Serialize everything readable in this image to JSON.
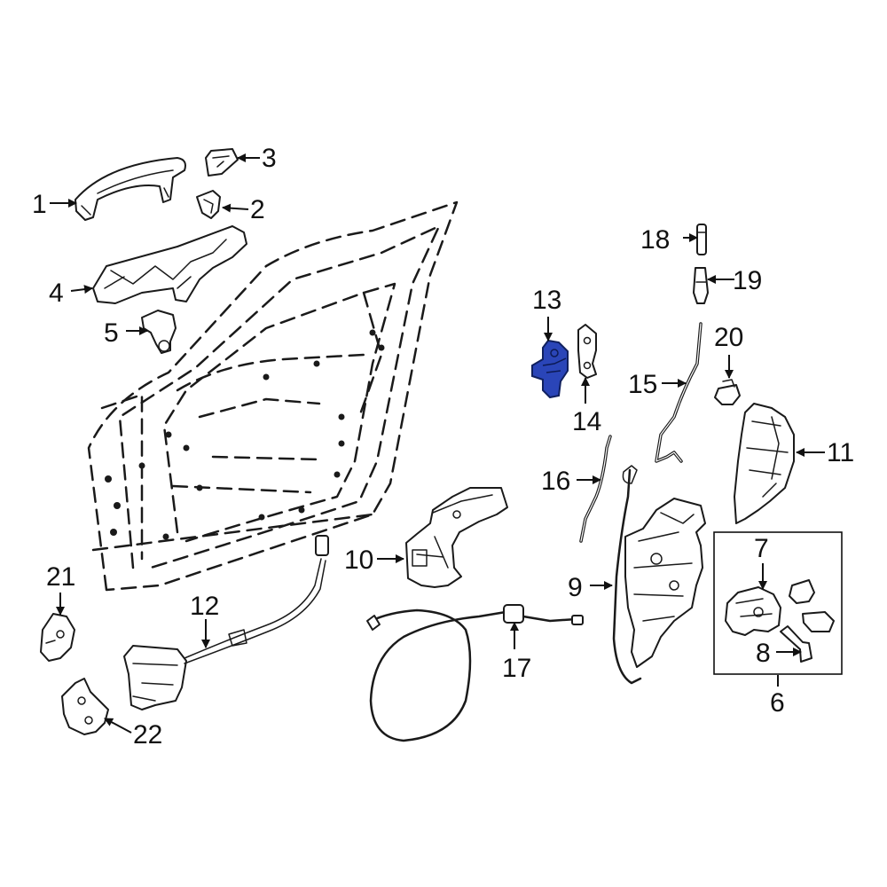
{
  "diagram": {
    "highlight_color": "#2a45b8",
    "line_color": "#1a1a1a",
    "highlighted_part": "13",
    "callouts": [
      {
        "id": "c1",
        "label": "1"
      },
      {
        "id": "c2",
        "label": "2"
      },
      {
        "id": "c3",
        "label": "3"
      },
      {
        "id": "c4",
        "label": "4"
      },
      {
        "id": "c5",
        "label": "5"
      },
      {
        "id": "c6",
        "label": "6"
      },
      {
        "id": "c7",
        "label": "7"
      },
      {
        "id": "c8",
        "label": "8"
      },
      {
        "id": "c9",
        "label": "9"
      },
      {
        "id": "c10",
        "label": "10"
      },
      {
        "id": "c11",
        "label": "11"
      },
      {
        "id": "c12",
        "label": "12"
      },
      {
        "id": "c13",
        "label": "13"
      },
      {
        "id": "c14",
        "label": "14"
      },
      {
        "id": "c15",
        "label": "15"
      },
      {
        "id": "c16",
        "label": "16"
      },
      {
        "id": "c17",
        "label": "17"
      },
      {
        "id": "c18",
        "label": "18"
      },
      {
        "id": "c19",
        "label": "19"
      },
      {
        "id": "c20",
        "label": "20"
      },
      {
        "id": "c21",
        "label": "21"
      },
      {
        "id": "c22",
        "label": "22"
      }
    ]
  }
}
